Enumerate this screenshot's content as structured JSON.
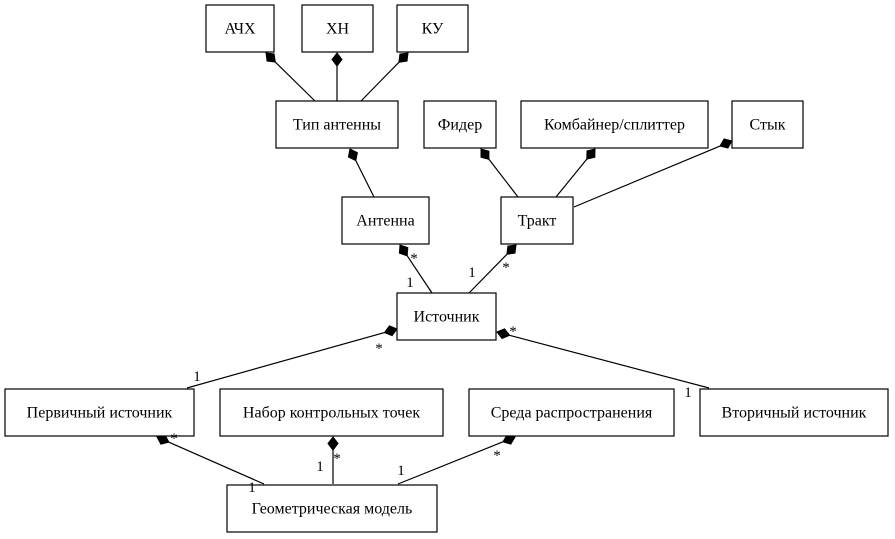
{
  "diagram": {
    "nodes": {
      "achh": "АЧХ",
      "hn": "ХН",
      "ku": "КУ",
      "antenna_type": "Тип антенны",
      "feeder": "Фидер",
      "combiner": "Комбайнер/сплиттер",
      "joint": "Стык",
      "antenna": "Антенна",
      "tract": "Тракт",
      "source": "Источник",
      "primary_source": "Первичный источник",
      "control_points": "Набор контрольных точек",
      "propagation_medium": "Среда распространения",
      "secondary_source": "Вторичный источник",
      "geometric_model": "Геометрическая модель"
    },
    "edges": [
      {
        "whole": "antenna_type",
        "part": "achh"
      },
      {
        "whole": "antenna_type",
        "part": "hn"
      },
      {
        "whole": "antenna_type",
        "part": "ku"
      },
      {
        "whole": "antenna",
        "part": "antenna_type"
      },
      {
        "whole": "tract",
        "part": "feeder"
      },
      {
        "whole": "tract",
        "part": "combiner"
      },
      {
        "whole": "tract",
        "part": "joint"
      },
      {
        "whole": "source",
        "part": "antenna",
        "whole_mult": "1",
        "part_mult": "*"
      },
      {
        "whole": "source",
        "part": "tract",
        "whole_mult": "1",
        "part_mult": "*"
      },
      {
        "whole": "primary_source",
        "part": "source",
        "whole_mult": "1",
        "part_mult": "*"
      },
      {
        "whole": "secondary_source",
        "part": "source",
        "whole_mult": "1",
        "part_mult": "*"
      },
      {
        "whole": "geometric_model",
        "part": "primary_source",
        "whole_mult": "1",
        "part_mult": "*"
      },
      {
        "whole": "geometric_model",
        "part": "control_points",
        "whole_mult": "1",
        "part_mult": "*"
      },
      {
        "whole": "geometric_model",
        "part": "propagation_medium",
        "whole_mult": "1",
        "part_mult": "*"
      }
    ]
  }
}
